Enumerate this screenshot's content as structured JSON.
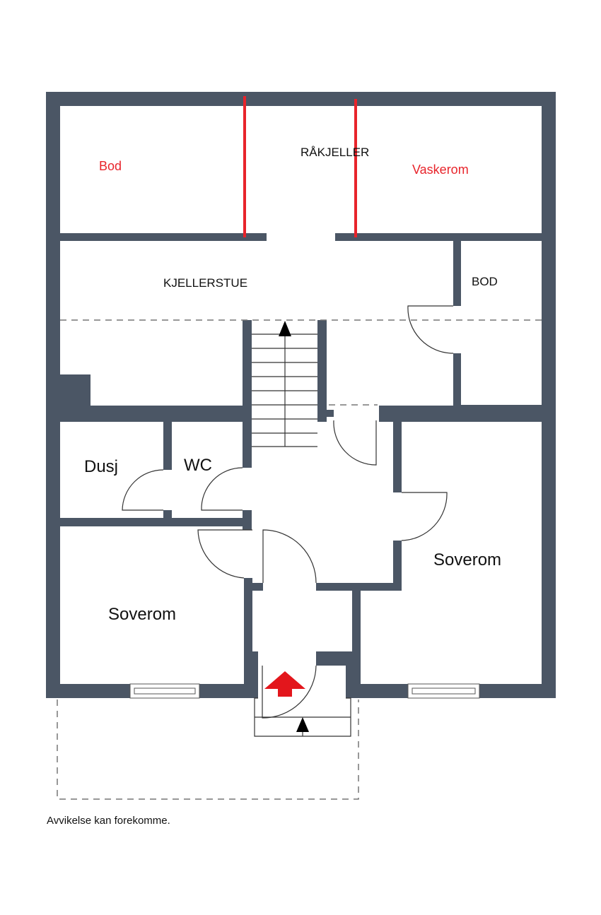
{
  "rooms": {
    "bod_top": "Bod",
    "rakjeller": "RÅKJELLER",
    "vaskerom": "Vaskerom",
    "kjellerstue": "KJELLERSTUE",
    "bod_right": "BOD",
    "dusj": "Dusj",
    "wc": "WC",
    "soverom_right": "Soverom",
    "soverom_left": "Soverom"
  },
  "caption": "Avvikelse kan forekomme.",
  "colors": {
    "wall": "#4b5665",
    "annotation": "#e8242b",
    "entrance_arrow": "#e3161c"
  }
}
